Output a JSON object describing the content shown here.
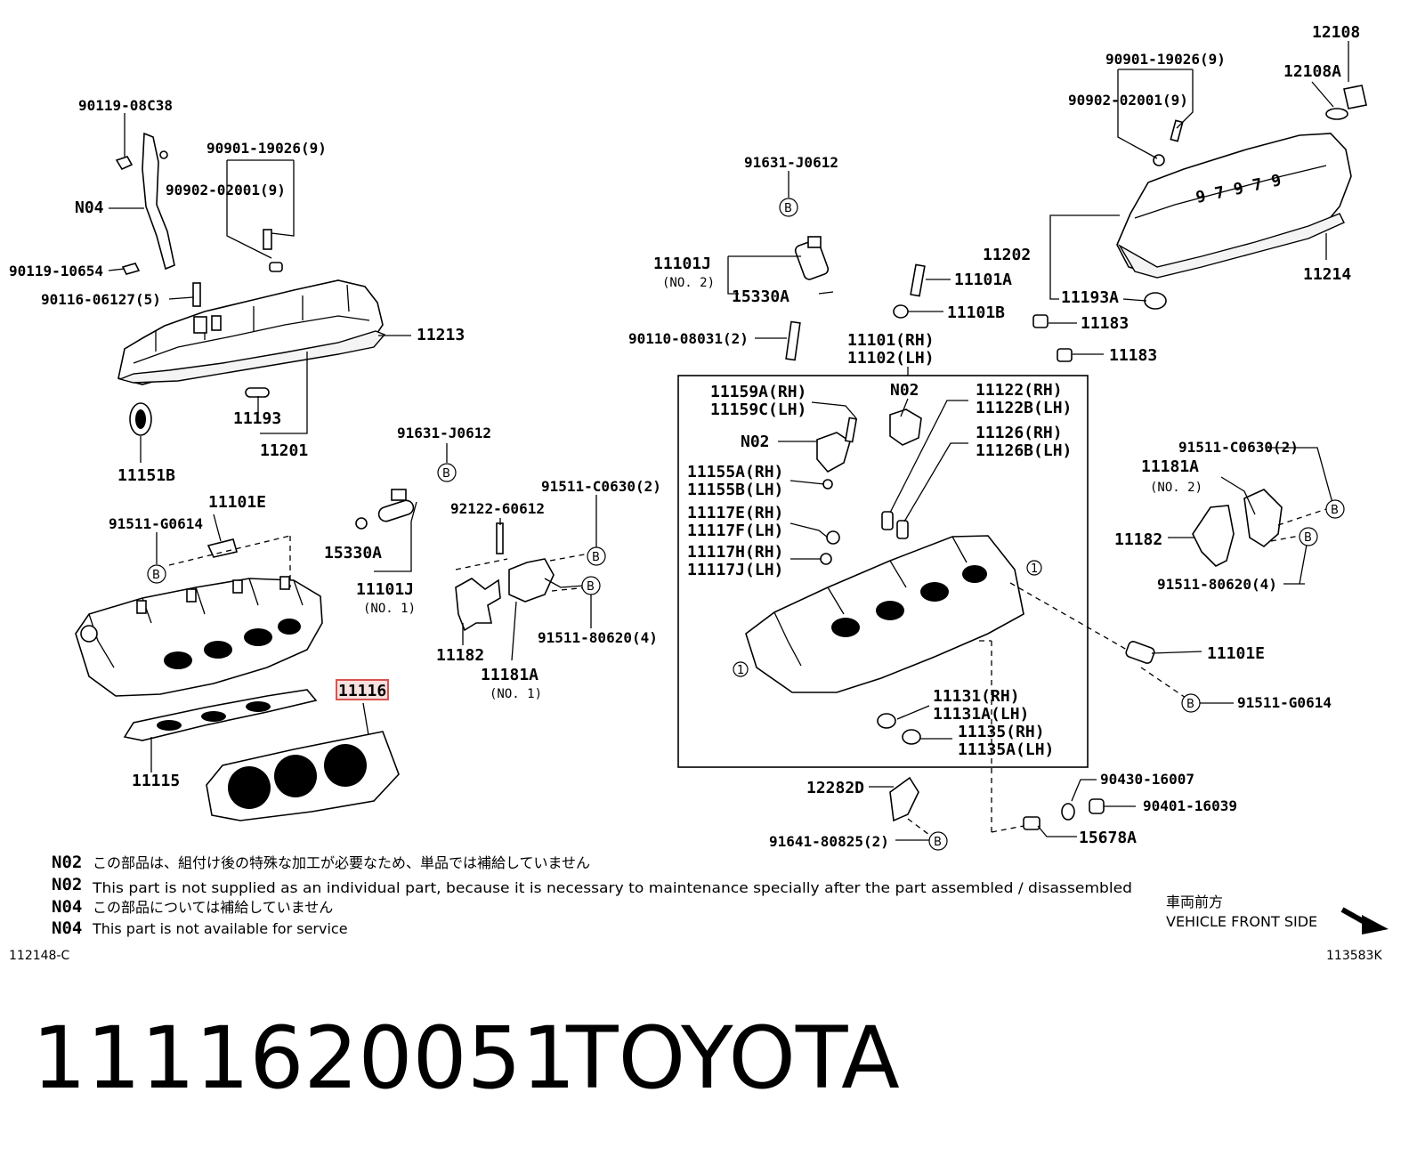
{
  "colors": {
    "highlight": "#d9534f",
    "line": "#000000"
  },
  "labels": {
    "p90119_08C38": "90119-08C38",
    "p90901_19026_a": "90901-19026(9)",
    "p90902_02001_a": "90902-02001(9)",
    "N04": "N04",
    "p90119_10654": "90119-10654",
    "p90116_06127": "90116-06127(5)",
    "p11213": "11213",
    "p11193": "11193",
    "p11201": "11201",
    "p11151B": "11151B",
    "p91631_J0612_a": "91631-J0612",
    "p15330A_a": "15330A",
    "p11101J_a": "11101J",
    "no1_a": "(NO. 1)",
    "p91511_G0614_a": "91511-G0614",
    "p11101E_a": "11101E",
    "p92122_60612": "92122-60612",
    "p91511_C0630_a": "91511-C0630(2)",
    "p91511_80620_a": "91511-80620(4)",
    "p11182_a": "11182",
    "p11181A_a": "11181A",
    "no1_b": "(NO. 1)",
    "p11116": "11116",
    "p11115": "11115",
    "p91631_J0612_b": "91631-J0612",
    "p11101J_b": "11101J",
    "no2_a": "(NO. 2)",
    "p15330A_b": "15330A",
    "p90110_08031": "90110-08031(2)",
    "p11101RH": "11101(RH)",
    "p11102LH": "11102(LH)",
    "p11101A": "11101A",
    "p11101B": "11101B",
    "p90901_19026_b": "90901-19026(9)",
    "p90902_02001_b": "90902-02001(9)",
    "p12108": "12108",
    "p12108A": "12108A",
    "p11202": "11202",
    "p11214": "11214",
    "p11193A": "11193A",
    "p11183_a": "11183",
    "p11183_b": "11183",
    "p11159A": "11159A(RH)",
    "p11159C": "11159C(LH)",
    "N02_a": "N02",
    "N02_b": "N02",
    "p11122": "11122(RH)",
    "p11122B": "11122B(LH)",
    "p11126": "11126(RH)",
    "p11126B": "11126B(LH)",
    "p11155A": "11155A(RH)",
    "p11155B": "11155B(LH)",
    "p11117E": "11117E(RH)",
    "p11117F": "11117F(LH)",
    "p11117H": "11117H(RH)",
    "p11117J": "11117J(LH)",
    "p11131": "11131(RH)",
    "p11131A": "11131A(LH)",
    "p11135": "11135(RH)",
    "p11135A": "11135A(LH)",
    "p91511_C0630_b": "91511-C0630(2)",
    "p11181A_b": "11181A",
    "no2_b": "(NO. 2)",
    "p11182_b": "11182",
    "p91511_80620_b": "91511-80620(4)",
    "p11101E_b": "11101E",
    "p91511_G0614_b": "91511-G0614",
    "p12282D": "12282D",
    "p91641_80825": "91641-80825(2)",
    "p90430_16007": "90430-16007",
    "p90401_16039": "90401-16039",
    "p15678A": "15678A",
    "bubble": "B",
    "circle_num": "1"
  },
  "notes": [
    {
      "key": "N02",
      "text": "この部品は、組付け後の特殊な加工が必要なため、単品では補給していません"
    },
    {
      "key": "N02",
      "text": "This part is not supplied as an individual part, because it is necessary to maintenance specially after the part assembled / disassembled"
    },
    {
      "key": "N04",
      "text": "この部品については補給していません"
    },
    {
      "key": "N04",
      "text": "This part is not available for service"
    }
  ],
  "front": {
    "jp": "車両前方",
    "en": "VEHICLE FRONT SIDE"
  },
  "codes": {
    "left": "112148-C",
    "right": "113583K"
  },
  "caption": {
    "part_number": "1111620051",
    "brand": "TOYOTA"
  }
}
